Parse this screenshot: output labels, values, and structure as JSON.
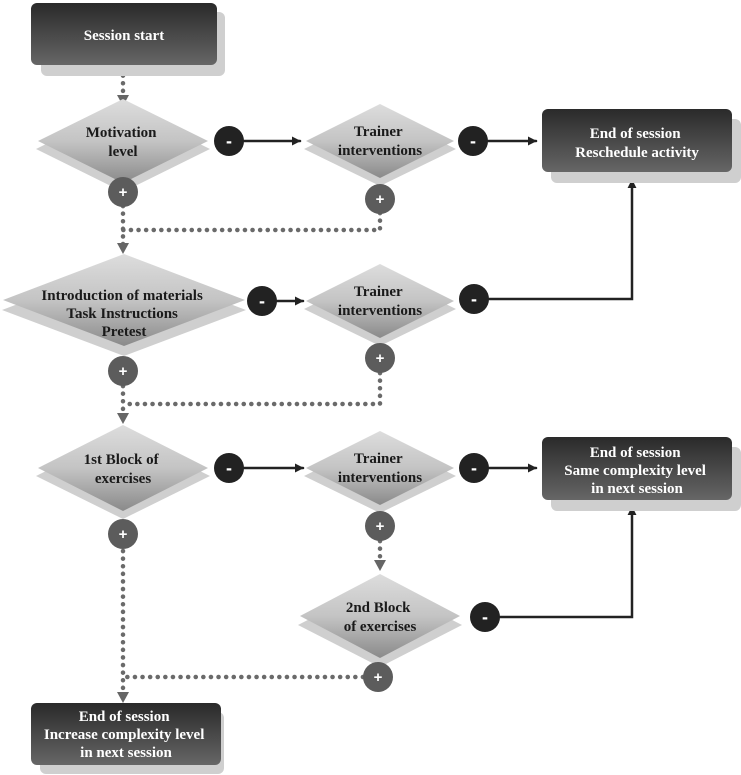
{
  "nodes": {
    "session_start": {
      "lines": [
        "Session start"
      ]
    },
    "motivation": {
      "lines": [
        "Motivation",
        "level"
      ]
    },
    "trainer_1": {
      "lines": [
        "Trainer",
        "interventions"
      ]
    },
    "end_reschedule": {
      "lines": [
        "End of session",
        "Reschedule activity"
      ]
    },
    "introduction": {
      "lines": [
        "Introduction of materials",
        "Task Instructions",
        "Pretest"
      ]
    },
    "trainer_2": {
      "lines": [
        "Trainer",
        "interventions"
      ]
    },
    "block_1": {
      "lines": [
        "1st Block of",
        "exercises"
      ]
    },
    "trainer_3": {
      "lines": [
        "Trainer",
        "interventions"
      ]
    },
    "end_same": {
      "lines": [
        "End of session",
        "Same complexity level",
        "in next session"
      ]
    },
    "block_2": {
      "lines": [
        "2nd Block",
        "of exercises"
      ]
    },
    "end_increase": {
      "lines": [
        "End of session",
        "Increase complexity level",
        "in next session"
      ]
    }
  },
  "signs": {
    "negative": "-",
    "positive": "+"
  },
  "colors": {
    "box_dark": "#2a2a2a",
    "box_light": "#666666",
    "shadow": "#d0d0d0",
    "diamond_light": "#d6d6d6",
    "diamond_dark": "#8a8a8a",
    "negative_circle": "#222222",
    "positive_circle": "#5c5c5c",
    "solid_line": "#222222",
    "dotted_line": "#666666"
  }
}
